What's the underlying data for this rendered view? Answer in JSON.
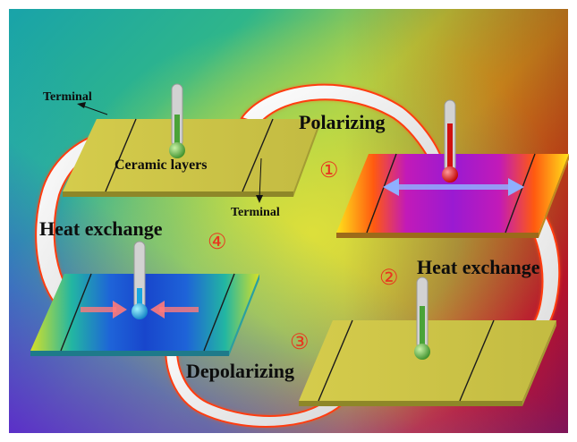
{
  "labels": {
    "terminal_top": "Terminal",
    "terminal_bottom": "Terminal",
    "ceramic_layers": "Ceramic layers",
    "polarizing": "Polarizing",
    "heat_exchange_left": "Heat exchange",
    "heat_exchange_right": "Heat exchange",
    "depolarizing": "Depolarizing"
  },
  "steps": {
    "one": "①",
    "two": "②",
    "three": "③",
    "four": "④"
  },
  "colors": {
    "plate": "#c8be46",
    "polarized": "#a21ec6",
    "depolarized": "#1e55d8",
    "arrow_outline": "#ff4a14",
    "step_number": "#e8361f"
  }
}
